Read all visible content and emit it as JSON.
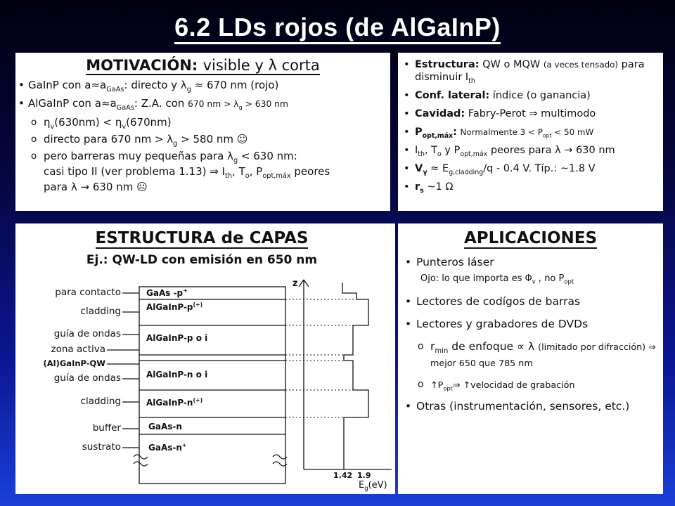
{
  "title": "6.2 LDs rojos (de AlGaInP)",
  "motivacion": {
    "heading": "MOTIVACIÓN: visible y λ corta",
    "b1": "GaInP con a≈aGaAs: directo y λg ≈ 670 nm (rojo)",
    "b2": "AlGaInP con a≈aGaAs: Z.A. con 670 nm > λg > 630 nm",
    "s1": "ηv(630nm) < ηv(670nm)",
    "s2": "directo  para 670 nm > λg > 580 nm ☺",
    "s3a": "pero barreras muy pequeñas para λg < 630 nm:",
    "s3b": "casi tipo II (ver problema 1.13) ⇒ Ith, To, Popt,máx peores",
    "s3c": "para λ → 630 nm ☹"
  },
  "estructura": {
    "b1": "Estructura: QW o MQW (a veces tensado) para disminuir Ith",
    "b2": "Conf. lateral: índice (o ganancia)",
    "b3": "Cavidad: Fabry-Perot ⇒ multimodo",
    "b4": "Popt,máx: Normalmente 3 < Popt < 50 mW",
    "b5": "Ith, To y Popt,máx peores para λ → 630 nm",
    "b6": "Vγ ≈ Eg,cladding/q - 0.4 V.  Típ.: ~1.8 V",
    "b7": "rs ~1 Ω"
  },
  "capas": {
    "heading": "ESTRUCTURA de CAPAS",
    "subheading": "Ej.: QW-LD con emisión en 650 nm",
    "labels": {
      "contacto": "para contacto",
      "cladding1": "cladding",
      "guia1": "guía de ondas",
      "zona": "zona activa",
      "qw": "(Al)GaInP-QW",
      "guia2": "guía de ondas",
      "cladding2": "cladding",
      "buffer": "buffer",
      "sustrato": "sustrato"
    },
    "layers": {
      "l1": "GaAs -p+",
      "l2": "AlGaInP-p(+)",
      "l3": "AlGaInP-p o i",
      "l4": "AlGaInP-n o i",
      "l5": "AlGaInP-n(+)",
      "l6": "GaAs-n",
      "l7": "GaAs-n+"
    },
    "axis": {
      "z": "z",
      "xlabel": "Eg(eV)",
      "tick1": "1.42",
      "tick2": "1.9"
    }
  },
  "aplicaciones": {
    "heading": "APLICACIONES",
    "b1": "Punteros láser",
    "note": "Ojo: lo que importa es Φv , no Popt",
    "b2": "Lectores de codígos de barras",
    "b3": "Lectores y grabadores de DVDs",
    "s1": "rmin de enfoque ∝ λ (limitado por difracción) ⇒ mejor 650 que 785 nm",
    "s2": "↑Popt⇒ ↑velocidad de grabación",
    "b4": "Otras (instrumentación, sensores, etc.)"
  }
}
